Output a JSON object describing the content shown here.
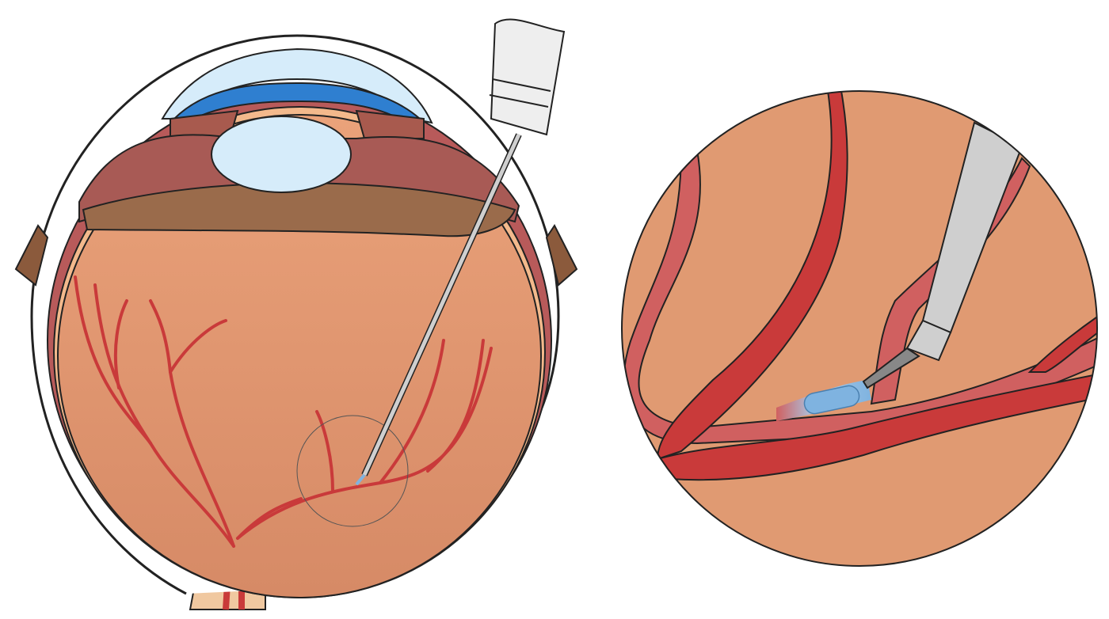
{
  "colors": {
    "background": "#ffffff",
    "fundus": "#e09a72",
    "fundus_dark": "#d98c68",
    "ciliary_body": "#9a6b4b",
    "cornea": "#2f7fd0",
    "lens": "#d6ecfa",
    "vessel_artery": "#c93a3a",
    "vessel_vein": "#d06060",
    "instrument": "#cfcfcf",
    "injection": "#7fb3e0",
    "outline": "#222222"
  },
  "icons": [
    "eye-cross-section-illustration",
    "surgical-instrument",
    "magnified-retina-view"
  ]
}
